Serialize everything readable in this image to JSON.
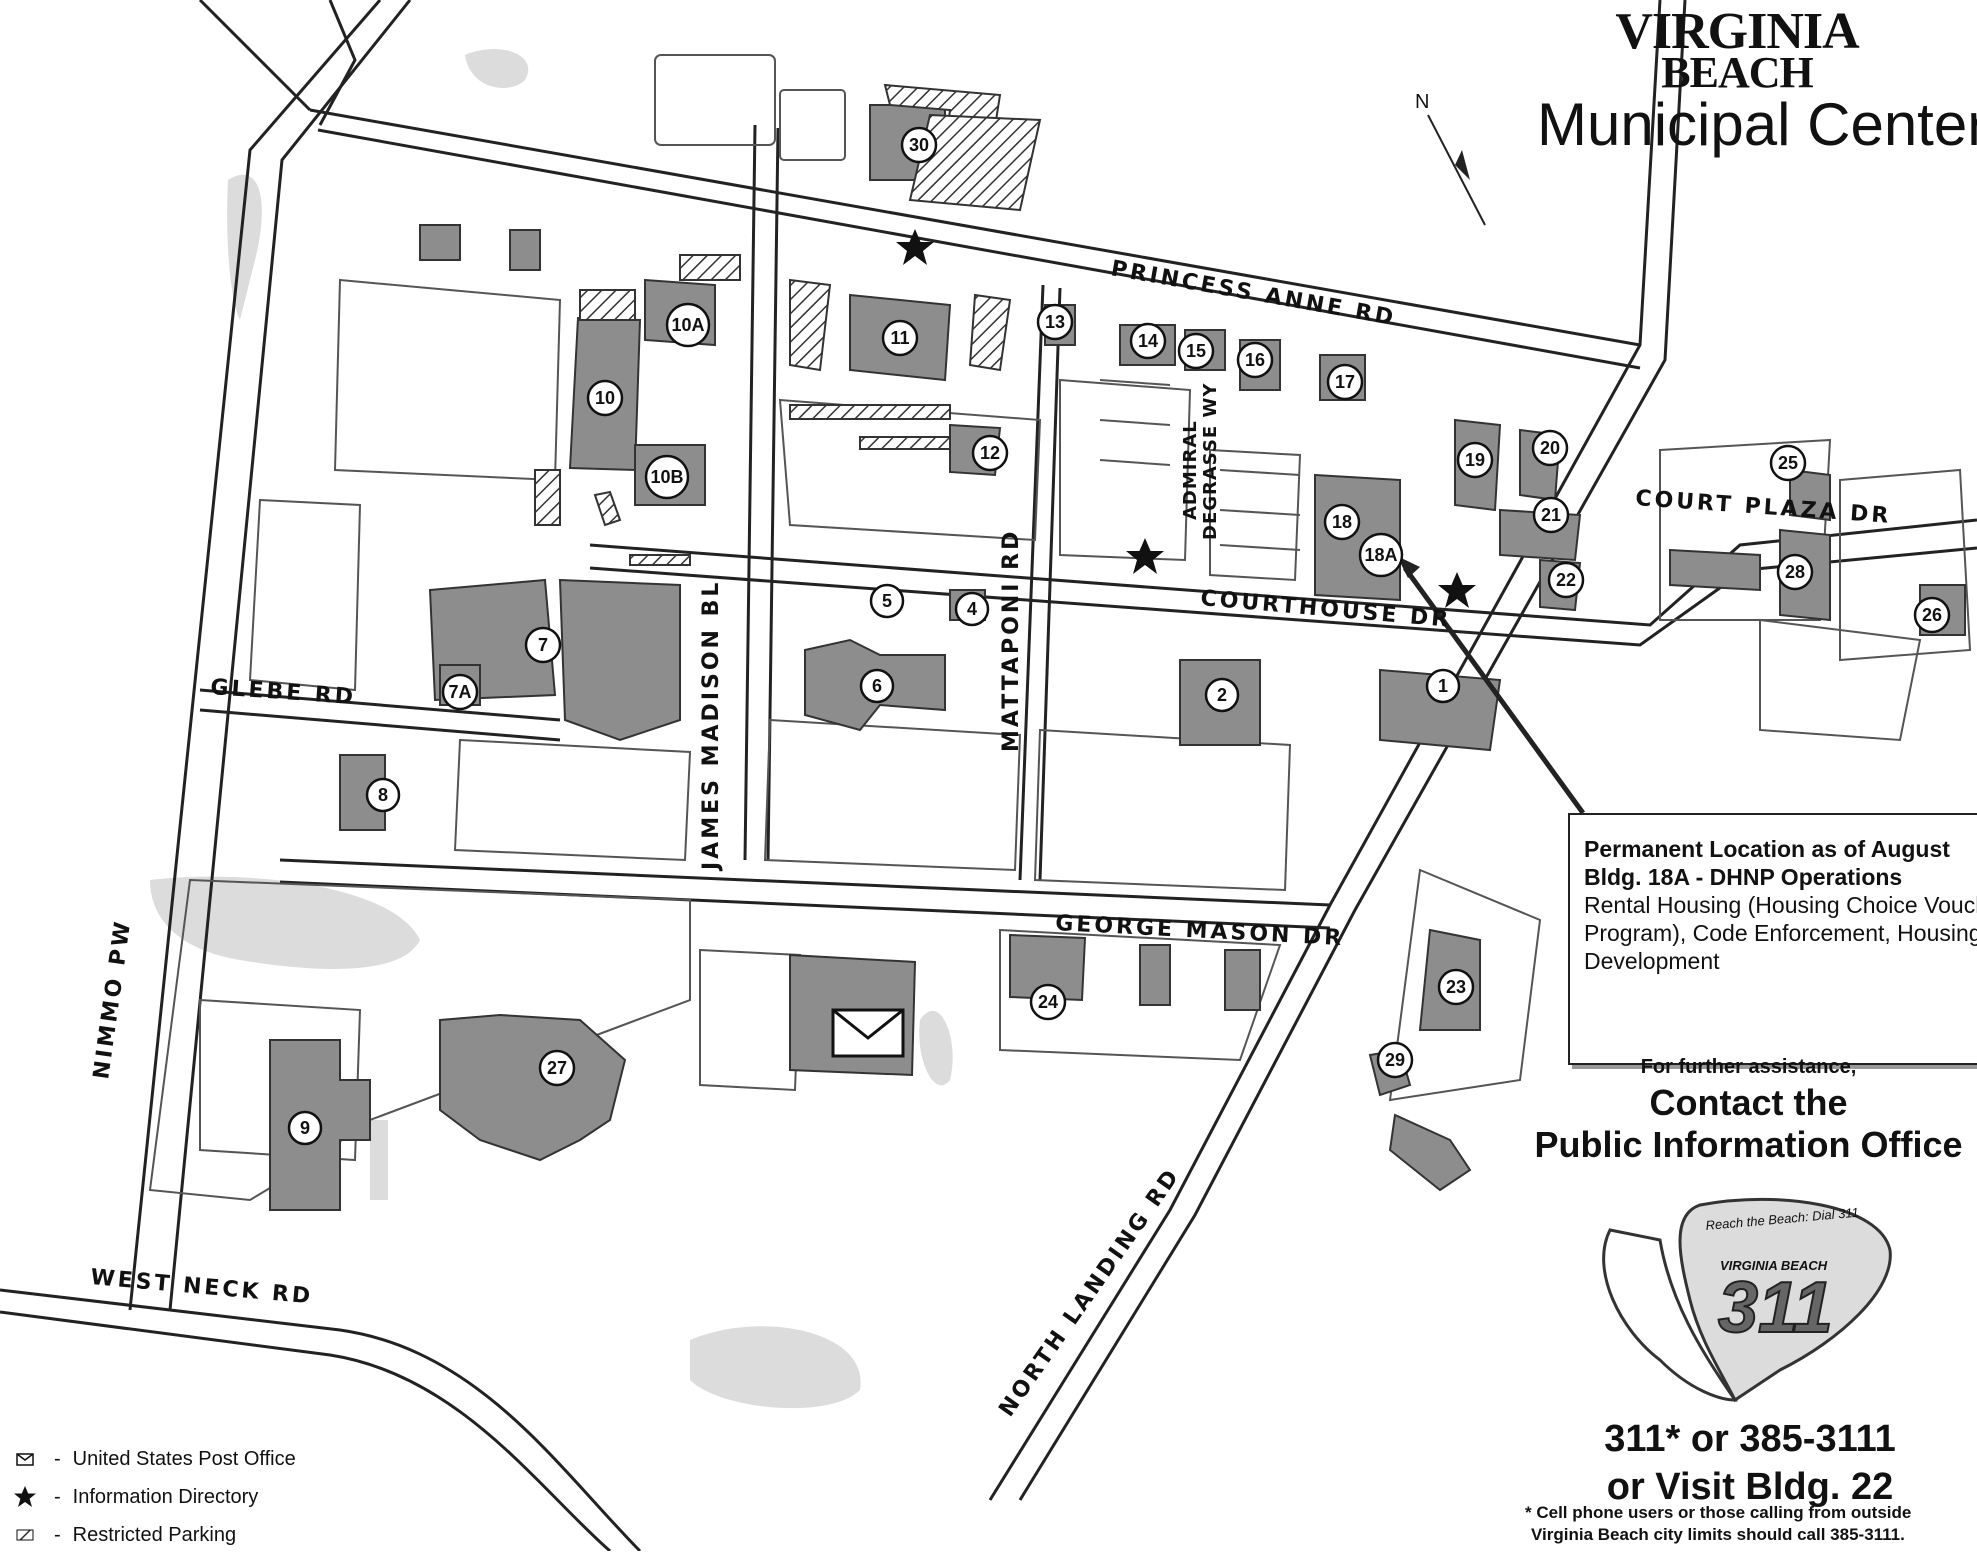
{
  "header": {
    "brand_line1": "VIRGINIA",
    "brand_line2": "BEACH",
    "title": "Municipal Center"
  },
  "compass": {
    "label": "N"
  },
  "streets": {
    "princess_anne": "PRINCESS ANNE RD",
    "court_plaza": "COURT PLAZA DR",
    "courthouse": "COURTHOUSE DR",
    "admiral_1": "ADMIRAL",
    "admiral_2": "DEGRASSE WY",
    "james_madison": "JAMES MADISON BL",
    "mattaponi": "MATTAPONI RD",
    "glebe": "GLEBE RD",
    "george_mason": "GEORGE MASON DR",
    "nimmo": "NIMMO PW",
    "west_neck": "WEST NECK RD",
    "north_landing": "NORTH LANDING RD"
  },
  "buildings": [
    "30",
    "10A",
    "11",
    "13",
    "14",
    "15",
    "16",
    "17",
    "10",
    "12",
    "19",
    "20",
    "25",
    "10B",
    "21",
    "18",
    "18A",
    "22",
    "28",
    "5",
    "4",
    "26",
    "7",
    "6",
    "2",
    "1",
    "7A",
    "8",
    "24",
    "23",
    "27",
    "29",
    "9"
  ],
  "callout": {
    "line1": "Permanent Location as of August",
    "line2": "Bldg. 18A - DHNP Operations",
    "line3": "Rental Housing (Housing Choice Voucher",
    "line4": "Program), Code Enforcement, Housing",
    "line5": "Development"
  },
  "assistance": {
    "intro": "For further assistance,",
    "line1": "Contact the",
    "line2": "Public Information Office"
  },
  "logo": {
    "tagline": "Reach the Beach: Dial 311",
    "city": "VIRGINIA BEACH",
    "number": "311"
  },
  "phone": {
    "line1": "311* or 385-3111",
    "line2": "or Visit Bldg. 22"
  },
  "note": {
    "line1": "* Cell phone users or those calling from outside",
    "line2": "Virginia Beach city limits should call 385-3111."
  },
  "legend": [
    {
      "icon": "envelope-icon",
      "label": "United States Post Office"
    },
    {
      "icon": "star-icon",
      "label": "Information Directory"
    },
    {
      "icon": "hatch-icon",
      "label": "Restricted Parking"
    }
  ]
}
